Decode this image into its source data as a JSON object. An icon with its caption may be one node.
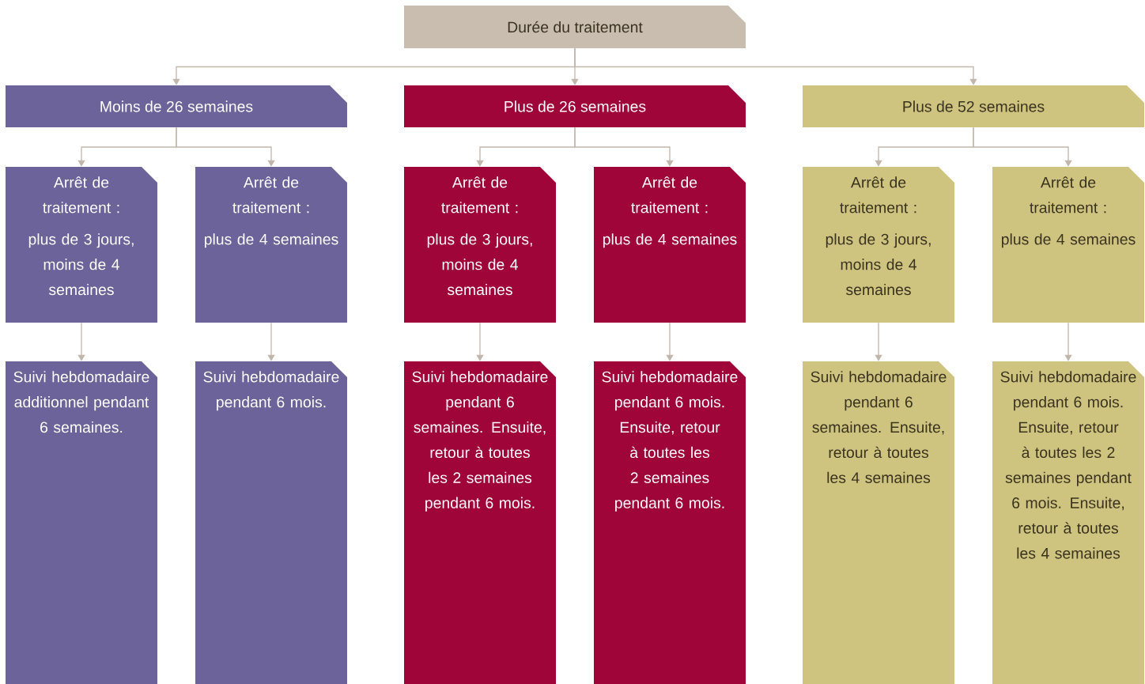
{
  "diagram": {
    "nodes": [
      {
        "text": [
          "Durée du traitement"
        ]
      },
      {
        "text": [
          "Moins de 26 semaines"
        ]
      },
      {
        "text": [
          "Plus de 26 semaines"
        ]
      },
      {
        "text": [
          "Plus de 52 semaines"
        ]
      },
      {
        "text": [
          "Arrêt de traitement :",
          "plus de 3 jours, moins de 4 semaines"
        ]
      },
      {
        "text": [
          "Arrêt de traitement :",
          "plus de 4 semaines"
        ]
      },
      {
        "text": [
          "Arrêt de traitement :",
          "plus de 3 jours, moins de 4 semaines"
        ]
      },
      {
        "text": [
          "Arrêt de traitement :",
          "plus de 4 semaines"
        ]
      },
      {
        "text": [
          "Arrêt de traitement :",
          "plus de 3 jours, moins de 4 semaines"
        ]
      },
      {
        "text": [
          "Arrêt de traitement :",
          "plus de 4 semaines"
        ]
      },
      {
        "text": [
          "Suivi hebdomadaire additionnel pendant 6 semaines."
        ]
      },
      {
        "text": [
          "Suivi hebdomadaire pendant 6 mois."
        ]
      },
      {
        "text": [
          "Suivi hebdomadaire pendant 6 semaines. Ensuite, retour à toutes les 2 semaines pendant 6 mois."
        ]
      },
      {
        "text": [
          "Suivi hebdomadaire pendant 6 mois. Ensuite, retour à toutes les 2 semaines pendant 6 mois."
        ]
      },
      {
        "text": [
          "Suivi hebdomadaire pendant 6 semaines. Ensuite, retour à toutes les 4 semaines"
        ]
      },
      {
        "text": [
          "Suivi hebdomadaire pendant 6 mois. Ensuite, retour à toutes les 2 semaines pendant 6 mois. Ensuite, retour à toutes les 4 semaines"
        ]
      }
    ],
    "edges": [
      {
        "from": 0,
        "to": 1,
        "arrow": "to"
      },
      {
        "from": 0,
        "to": 2,
        "arrow": "to"
      },
      {
        "from": 0,
        "to": 3,
        "arrow": "to"
      },
      {
        "from": 1,
        "to": 4,
        "arrow": "to"
      },
      {
        "from": 1,
        "to": 5,
        "arrow": "to"
      },
      {
        "from": 2,
        "to": 6,
        "arrow": "to"
      },
      {
        "from": 2,
        "to": 7,
        "arrow": "to"
      },
      {
        "from": 3,
        "to": 8,
        "arrow": "to"
      },
      {
        "from": 3,
        "to": 9,
        "arrow": "to"
      },
      {
        "from": 4,
        "to": 10,
        "arrow": "to"
      },
      {
        "from": 5,
        "to": 11,
        "arrow": "to"
      },
      {
        "from": 6,
        "to": 12,
        "arrow": "to"
      },
      {
        "from": 7,
        "to": 13,
        "arrow": "to"
      },
      {
        "from": 8,
        "to": 14,
        "arrow": "to"
      },
      {
        "from": 9,
        "to": 15,
        "arrow": "to"
      }
    ]
  }
}
